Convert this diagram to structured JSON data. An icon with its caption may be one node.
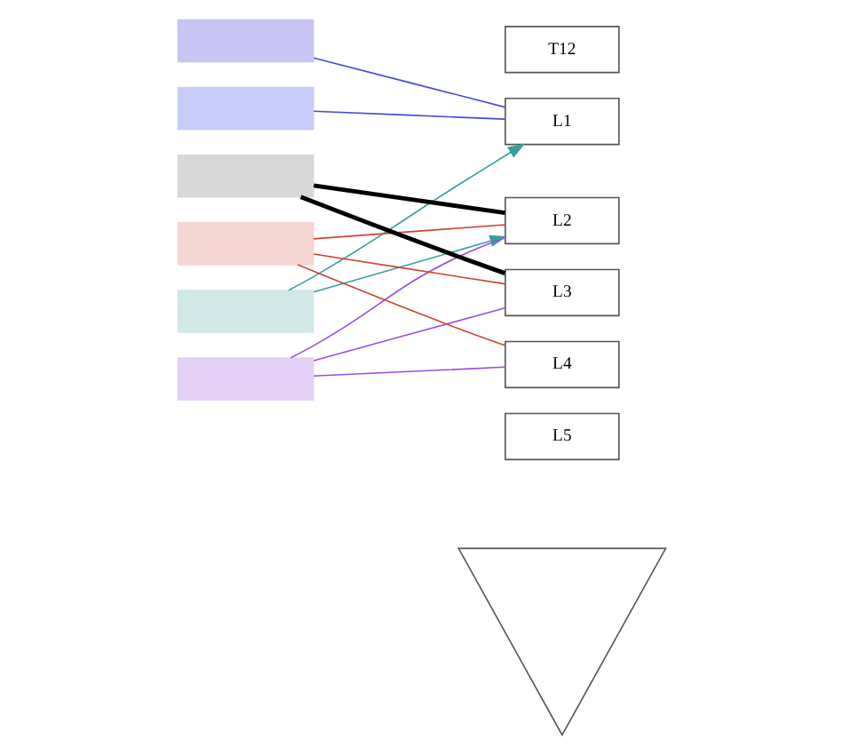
{
  "diagram": {
    "nodes": [
      {
        "text": [
          "T12"
        ]
      },
      {
        "text": [
          "L1"
        ]
      },
      {
        "text": [
          "L2"
        ]
      },
      {
        "text": [
          "L3"
        ]
      },
      {
        "text": [
          "L4"
        ]
      },
      {
        "text": [
          "L5"
        ]
      },
      {
        "text": [],
        "shape": "triangle"
      },
      {
        "text": [],
        "shape": "box"
      },
      {
        "text": [],
        "shape": "box"
      },
      {
        "text": [],
        "shape": "box"
      },
      {
        "text": [],
        "shape": "box"
      },
      {
        "text": [],
        "shape": "box"
      },
      {
        "text": [],
        "shape": "box"
      }
    ],
    "edges": [
      {
        "from": 1,
        "to": 7,
        "arrow": "none",
        "color": "#4a4ad6"
      },
      {
        "from": 1,
        "to": 8,
        "arrow": "none",
        "color": "#4a4ad6"
      },
      {
        "from": 2,
        "to": 9,
        "arrow": "none",
        "style": "thick",
        "color": "#000000"
      },
      {
        "from": 3,
        "to": 9,
        "arrow": "none",
        "style": "thick",
        "color": "#000000"
      },
      {
        "from": 2,
        "to": 10,
        "arrow": "none",
        "color": "#cc4433"
      },
      {
        "from": 3,
        "to": 10,
        "arrow": "none",
        "color": "#cc4433"
      },
      {
        "from": 4,
        "to": 10,
        "arrow": "none",
        "color": "#cc4433"
      },
      {
        "from": 11,
        "to": 1,
        "arrow": "to",
        "color": "#3a9e9e"
      },
      {
        "from": 11,
        "to": 2,
        "arrow": "to",
        "color": "#3a9e9e"
      },
      {
        "from": 2,
        "to": 12,
        "arrow": "none",
        "color": "#9b4de0"
      },
      {
        "from": 3,
        "to": 12,
        "arrow": "none",
        "color": "#9b4de0"
      },
      {
        "from": 4,
        "to": 12,
        "arrow": "none",
        "color": "#9b4de0"
      }
    ]
  }
}
